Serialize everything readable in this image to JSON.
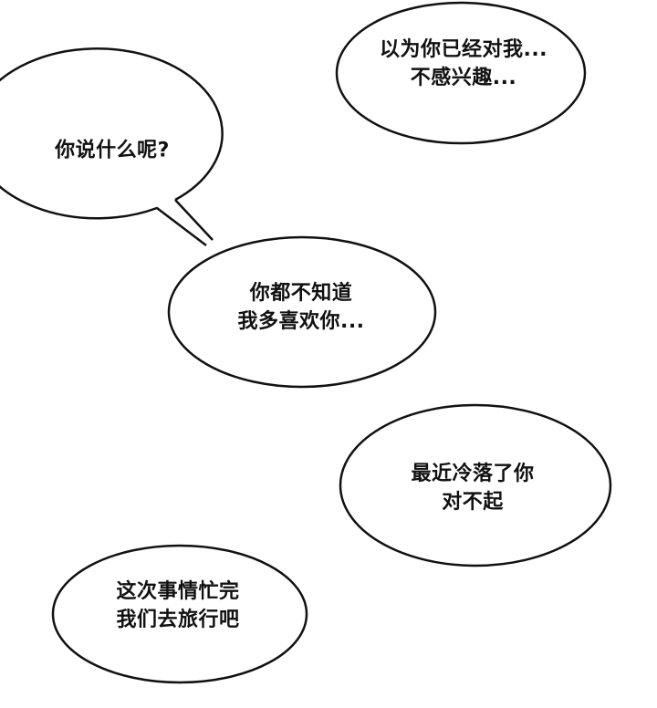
{
  "colors": {
    "background": "#ffffff",
    "outline": "#111111",
    "text": "#111111"
  },
  "bubbles": [
    {
      "id": "b1",
      "shape": "ellipse",
      "lines": [
        "以为你已经对我...",
        "不感兴趣..."
      ]
    },
    {
      "id": "b2",
      "shape": "ellipse-with-tail",
      "lines": [
        "你说什么呢?"
      ]
    },
    {
      "id": "b3",
      "shape": "ellipse",
      "lines": [
        "你都不知道",
        "我多喜欢你..."
      ]
    },
    {
      "id": "b4",
      "shape": "ellipse",
      "lines": [
        "最近冷落了你",
        "对不起"
      ]
    },
    {
      "id": "b5",
      "shape": "ellipse",
      "lines": [
        "这次事情忙完",
        "我们去旅行吧"
      ]
    }
  ]
}
